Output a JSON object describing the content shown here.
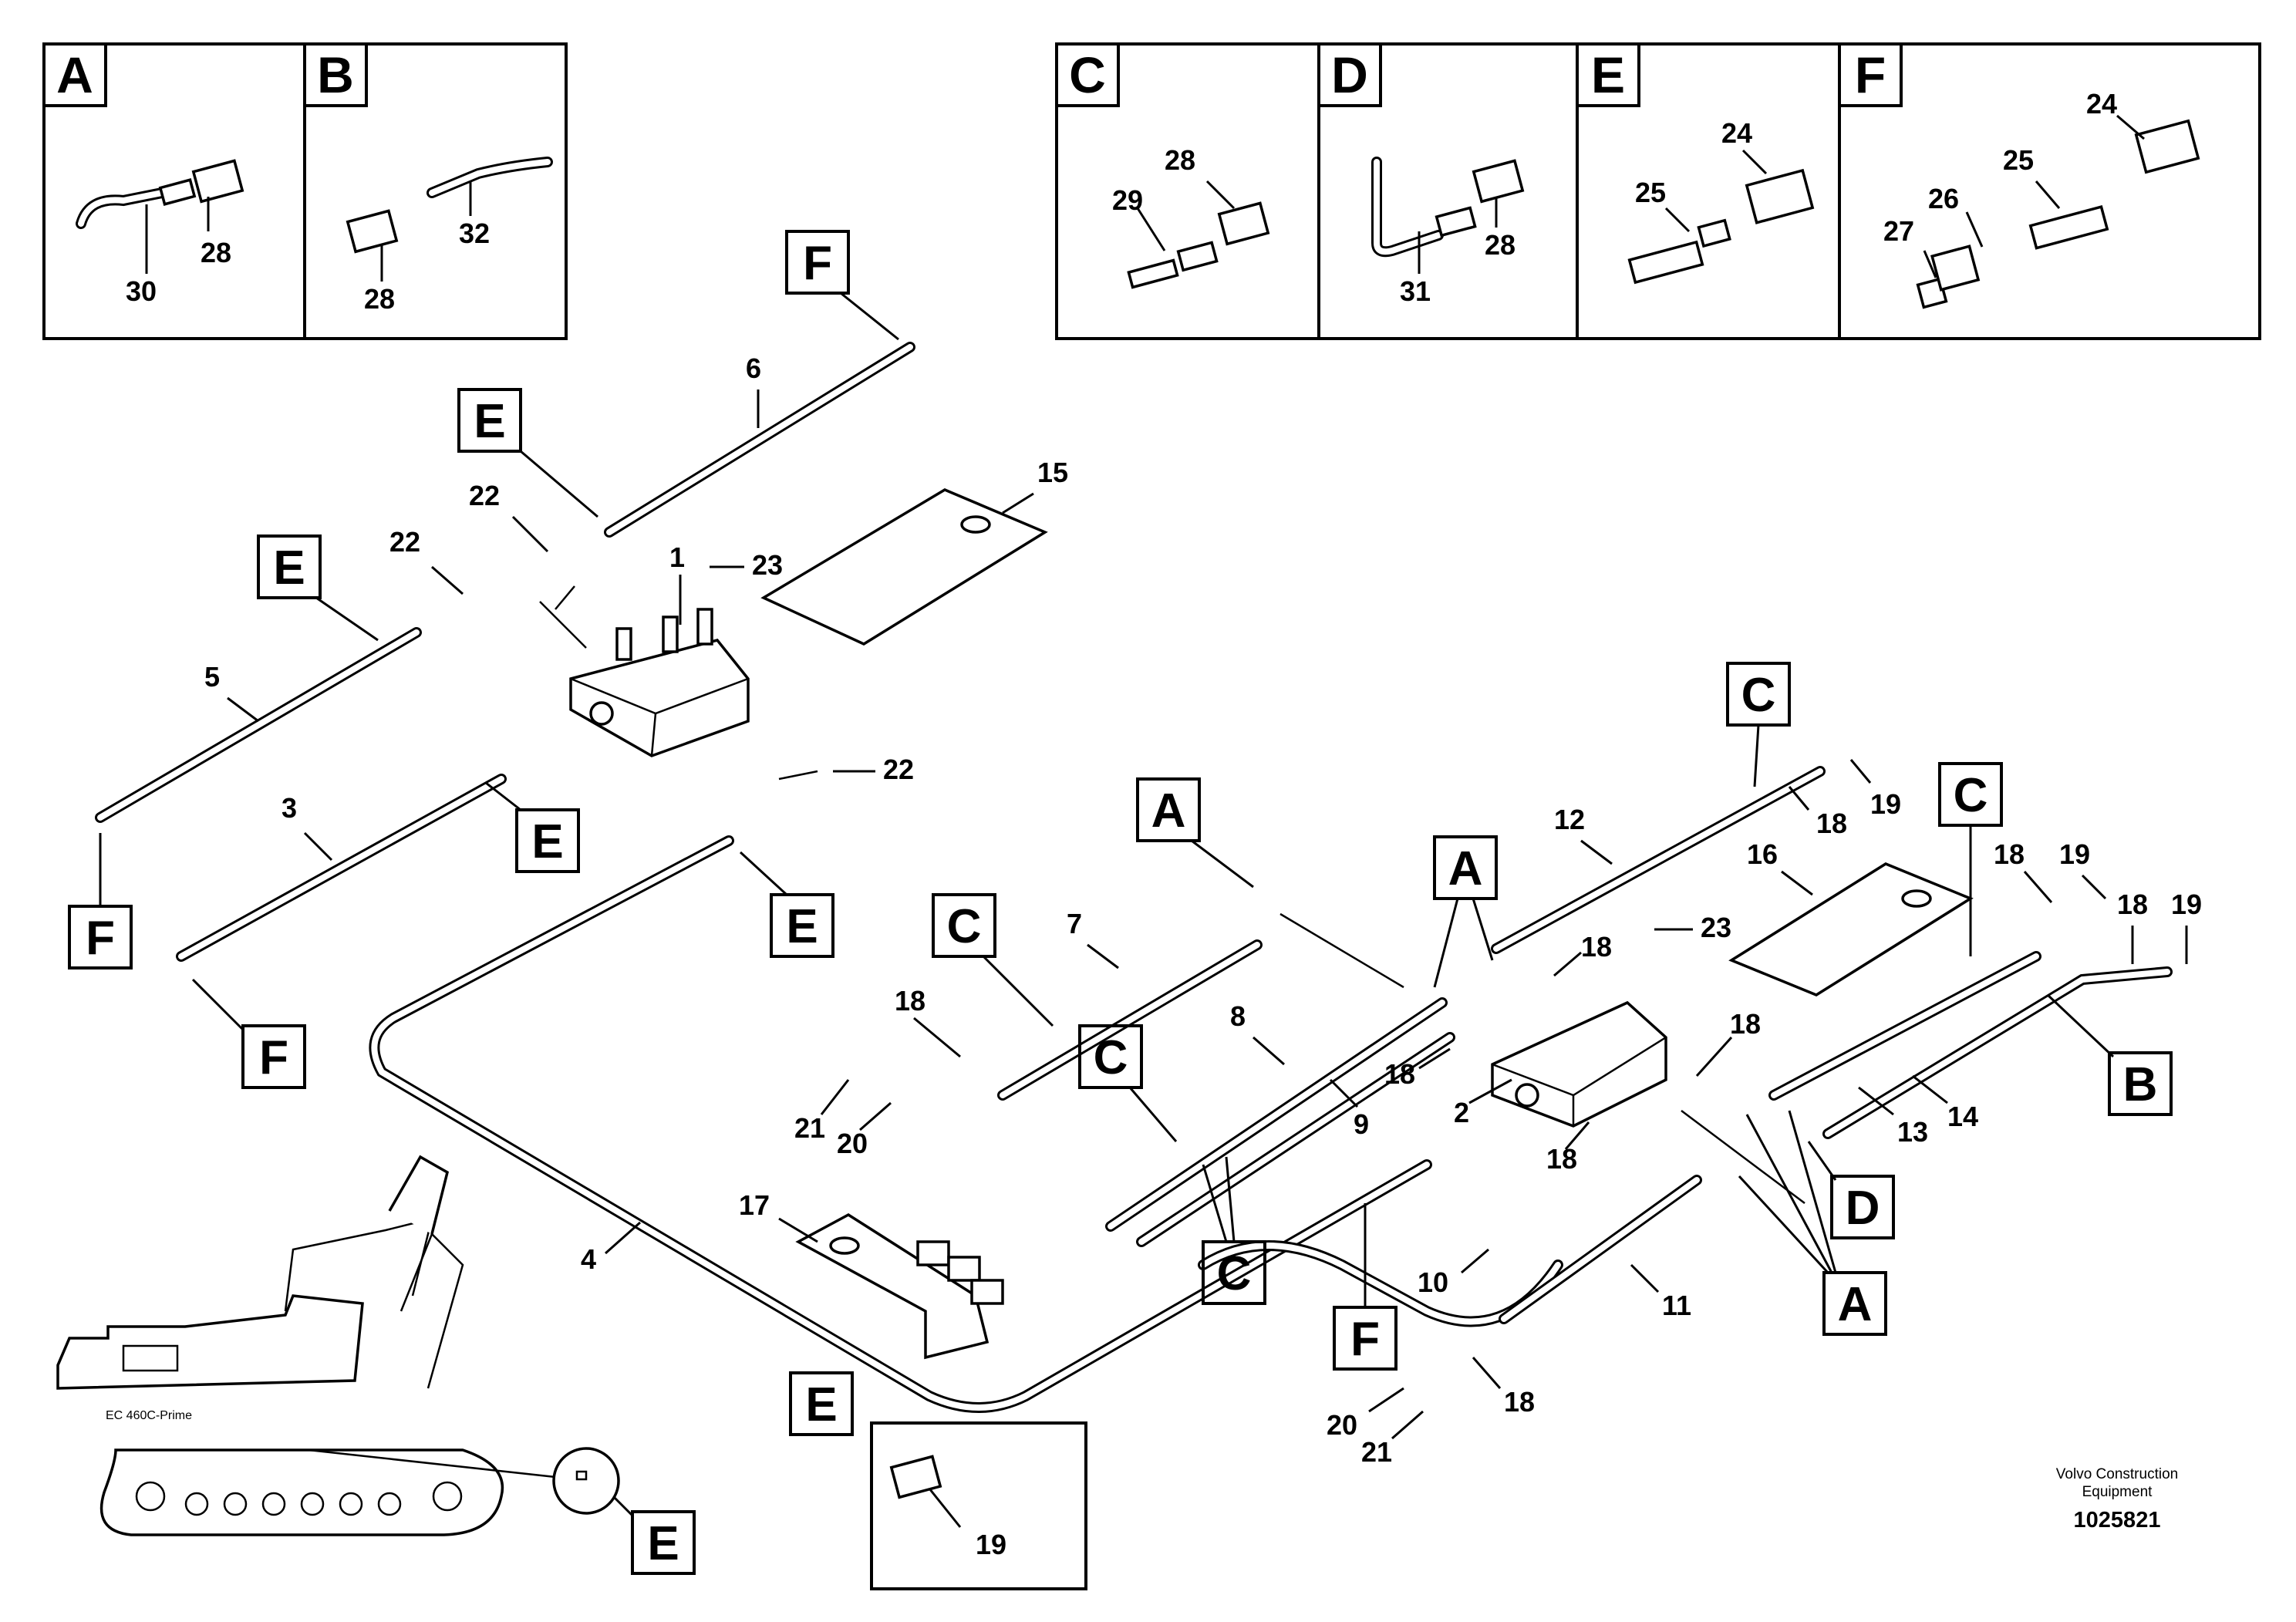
{
  "legend_boxes": [
    {
      "letter": "A",
      "parts": [
        "30",
        "28"
      ]
    },
    {
      "letter": "B",
      "parts": [
        "32",
        "28"
      ]
    },
    {
      "letter": "C",
      "parts": [
        "28",
        "29"
      ]
    },
    {
      "letter": "D",
      "parts": [
        "28",
        "31"
      ]
    },
    {
      "letter": "E",
      "parts": [
        "24",
        "25"
      ]
    },
    {
      "letter": "F",
      "parts": [
        "24",
        "25",
        "26",
        "27"
      ]
    }
  ],
  "part_numbers": [
    "1",
    "2",
    "3",
    "4",
    "5",
    "6",
    "7",
    "8",
    "9",
    "10",
    "11",
    "12",
    "13",
    "14",
    "15",
    "16",
    "17",
    "18",
    "19",
    "20",
    "21",
    "22",
    "23"
  ],
  "inset_label": "19",
  "machine_model": "EC 460C-Prime",
  "manufacturer": "Volvo Construction Equipment",
  "drawing_number": "1025821"
}
